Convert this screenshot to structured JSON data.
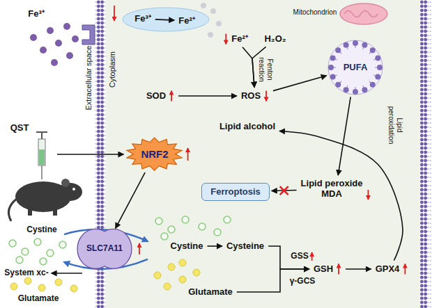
{
  "diagram": {
    "nodes": [
      {
        "text": [
          "Fe³⁺"
        ]
      },
      {
        "text": [
          "Fe³⁺"
        ]
      },
      {
        "text": [
          "Fe²⁺"
        ]
      },
      {
        "text": [
          "Fe²⁺"
        ]
      },
      {
        "text": [
          "H₂O₂"
        ]
      },
      {
        "text": [
          "SOD"
        ]
      },
      {
        "text": [
          "ROS"
        ]
      },
      {
        "text": [
          "PUFA"
        ]
      },
      {
        "text": [
          "Lipid alcohol"
        ]
      },
      {
        "text": [
          "Lipid peroxide",
          "MDA"
        ]
      },
      {
        "text": [
          "Ferroptosis"
        ]
      },
      {
        "text": [
          "NRF2"
        ]
      },
      {
        "text": [
          "SLC7A11"
        ]
      },
      {
        "text": [
          "Cystine"
        ]
      },
      {
        "text": [
          "Cysteine"
        ]
      },
      {
        "text": [
          "GSH"
        ]
      },
      {
        "text": [
          "GPX4"
        ]
      },
      {
        "text": [
          "Glutamate"
        ]
      }
    ],
    "edges": [
      {
        "from": 1,
        "to": 2,
        "arrow": "to"
      },
      {
        "from": 3,
        "to": 6,
        "arrow": "to"
      },
      {
        "from": 4,
        "to": 6,
        "arrow": "to"
      },
      {
        "from": 5,
        "to": 6,
        "arrow": "to"
      },
      {
        "from": 6,
        "to": 7,
        "arrow": "to"
      },
      {
        "from": 7,
        "to": 9,
        "arrow": "to"
      },
      {
        "from": 9,
        "to": 10,
        "arrow": "to"
      },
      {
        "from": 16,
        "to": 8,
        "arrow": "to"
      },
      {
        "from": 15,
        "to": 16,
        "arrow": "to"
      },
      {
        "from": 14,
        "to": 15,
        "arrow": "to"
      },
      {
        "from": 17,
        "to": 15,
        "arrow": "to"
      },
      {
        "from": 13,
        "to": 14,
        "arrow": "to"
      },
      {
        "from": 11,
        "to": 12,
        "arrow": "to"
      }
    ],
    "labels": [
      "Extracellular space",
      "Cytoplasm",
      "Mitochondrion",
      "Fenton reaction",
      "Lipid peroxidation",
      "QST",
      "Cystine",
      "System xc-",
      "Glutamate",
      "GSS",
      "γ-GCS"
    ]
  }
}
